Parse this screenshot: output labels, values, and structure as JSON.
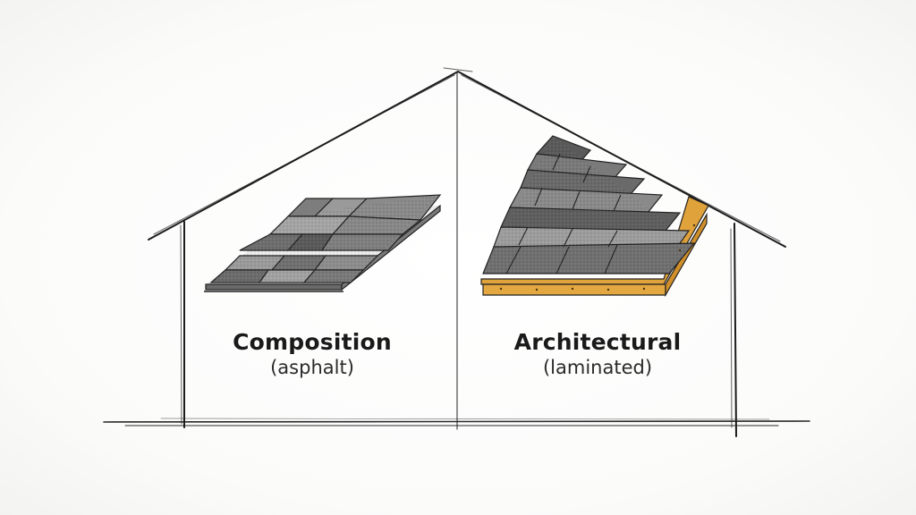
{
  "diagram": {
    "left": {
      "title": "Composition",
      "subtitle": "(asphalt)"
    },
    "right": {
      "title": "Architectural",
      "subtitle": "(laminated)"
    },
    "colors": {
      "ink": "#1c1c1c",
      "shingle_dark": "#5a5a5a",
      "shingle_mid": "#7d7d7d",
      "shingle_light": "#a3a3a3",
      "underlayment": "#e0a23a"
    }
  }
}
